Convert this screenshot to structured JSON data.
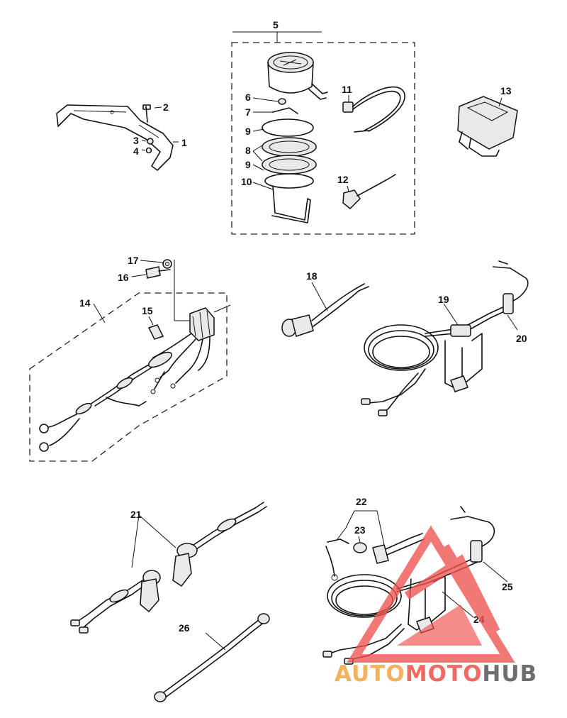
{
  "diagram": {
    "callouts": {
      "c1": "1",
      "c2": "2",
      "c3": "3",
      "c4": "4",
      "c5": "5",
      "c6": "6",
      "c7": "7",
      "c8": "8",
      "c9a": "9",
      "c9b": "9",
      "c10": "10",
      "c11": "11",
      "c12": "12",
      "c13": "13",
      "c14": "14",
      "c15": "15",
      "c16": "16",
      "c17": "17",
      "c18": "18",
      "c19": "19",
      "c20": "20",
      "c21": "21",
      "c22": "22",
      "c23": "23",
      "c24": "24",
      "c25": "25",
      "c26": "26"
    }
  },
  "watermark": {
    "part1": "AUTO",
    "part2": "MOTO",
    "part3": "HUB",
    "colors": {
      "part1": "#f6b15c",
      "part2": "#ef6a63",
      "part3": "#6e6e6e",
      "triangle": "#ef5350"
    }
  }
}
